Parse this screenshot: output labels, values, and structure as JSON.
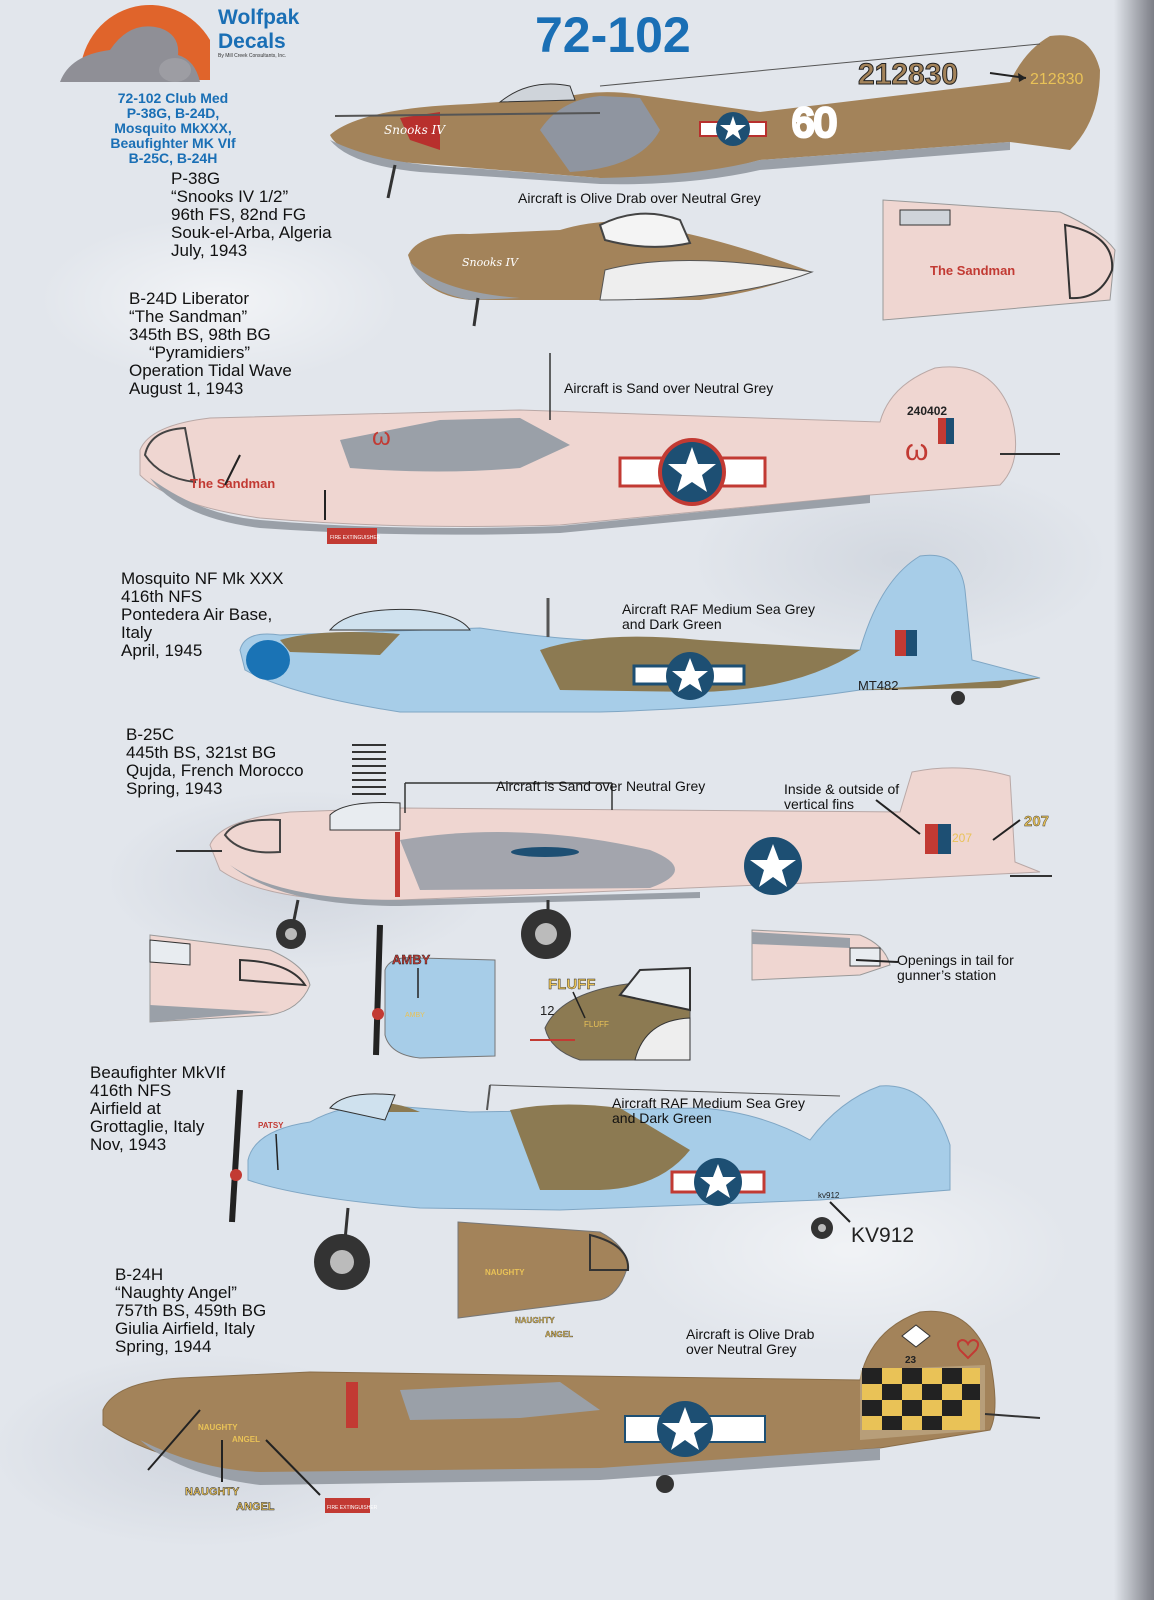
{
  "header": {
    "product_code": "72-102",
    "brand": "Wolfpak Decals",
    "brand_sub": "By Mill Creek Consultants, Inc.",
    "set_list": [
      "72-102 Club Med",
      "P-38G, B-24D,",
      "Mosquito MkXXX,",
      "Beaufighter MK VIf",
      "B-25C, B-24H"
    ]
  },
  "aircraft": {
    "p38": {
      "lines": [
        "P-38G",
        "“Snooks IV 1/2”",
        "96th FS, 82nd FG",
        "Souk-el-Arba, Algeria",
        "July, 1943"
      ],
      "serial": "212830",
      "serial_tail": "212830",
      "code": "60",
      "nose_art": "Snooks IV",
      "nose_art_2": "Snooks IV",
      "scheme": "Aircraft is Olive Drab over Neutral Grey"
    },
    "b24d": {
      "lines": [
        "B-24D Liberator",
        "“The Sandman”",
        "345th BS, 98th BG",
        "“Pyramidiers”",
        "Operation Tidal Wave",
        "August 1, 1943"
      ],
      "scheme": "Aircraft is Sand over Neutral Grey",
      "serial": "240402",
      "nose_art": "The Sandman",
      "nose_art_detail": "The Sandman",
      "fire_ext": "FIRE EXTINGUISHER"
    },
    "mosquito": {
      "lines": [
        "Mosquito NF Mk XXX",
        "416th NFS",
        "Pontedera Air Base,",
        "Italy",
        "April, 1945"
      ],
      "scheme": [
        "Aircraft RAF Medium Sea Grey",
        "and Dark Green"
      ],
      "serial": "MT482"
    },
    "b25c": {
      "lines": [
        "B-25C",
        "445th BS, 321st BG",
        "Qujda, French Morocco",
        "Spring, 1943"
      ],
      "scheme": "Aircraft is Sand over Neutral Grey",
      "fin_note": [
        "Inside & outside of",
        "vertical fins"
      ],
      "fin_code": "207",
      "fin_code_on_fin": "207",
      "engine_name": "AMBY",
      "engine_name_small": "AMBY",
      "nose_name": "FLUFF",
      "nose_name_small": "FLUFF",
      "nose_number": "12",
      "tail_note": [
        "Openings in tail for",
        "gunner’s station"
      ]
    },
    "beaufighter": {
      "lines": [
        "Beaufighter MkVIf",
        "416th NFS",
        "Airfield at",
        "Grottaglie, Italy",
        "Nov, 1943"
      ],
      "scheme": [
        "Aircraft RAF Medium Sea Grey",
        "and Dark Green"
      ],
      "engine_name": "PATSY",
      "serial_small": "kv912",
      "serial": "KV912"
    },
    "b24h": {
      "lines": [
        "B-24H",
        "“Naughty Angel”",
        "757th BS, 459th BG",
        "Giulia Airfield, Italy",
        "Spring, 1944"
      ],
      "scheme": [
        "Aircraft is Olive Drab",
        "over Neutral Grey"
      ],
      "nose_art_top": "NAUGHTY",
      "nose_art_bottom": "ANGEL",
      "tail_number": "23",
      "fire_ext": "FIRE EXTINGUISHER"
    }
  },
  "colors": {
    "title_blue": "#1a6fb5",
    "olive_drab": "#a3835a",
    "neutral_grey": "#9aa0a8",
    "sand": "#efd6d1",
    "sea_grey_blue": "#a7cde8",
    "dark_green": "#8c7a52",
    "star_blue": "#1d4f73",
    "red": "#c23a33"
  }
}
